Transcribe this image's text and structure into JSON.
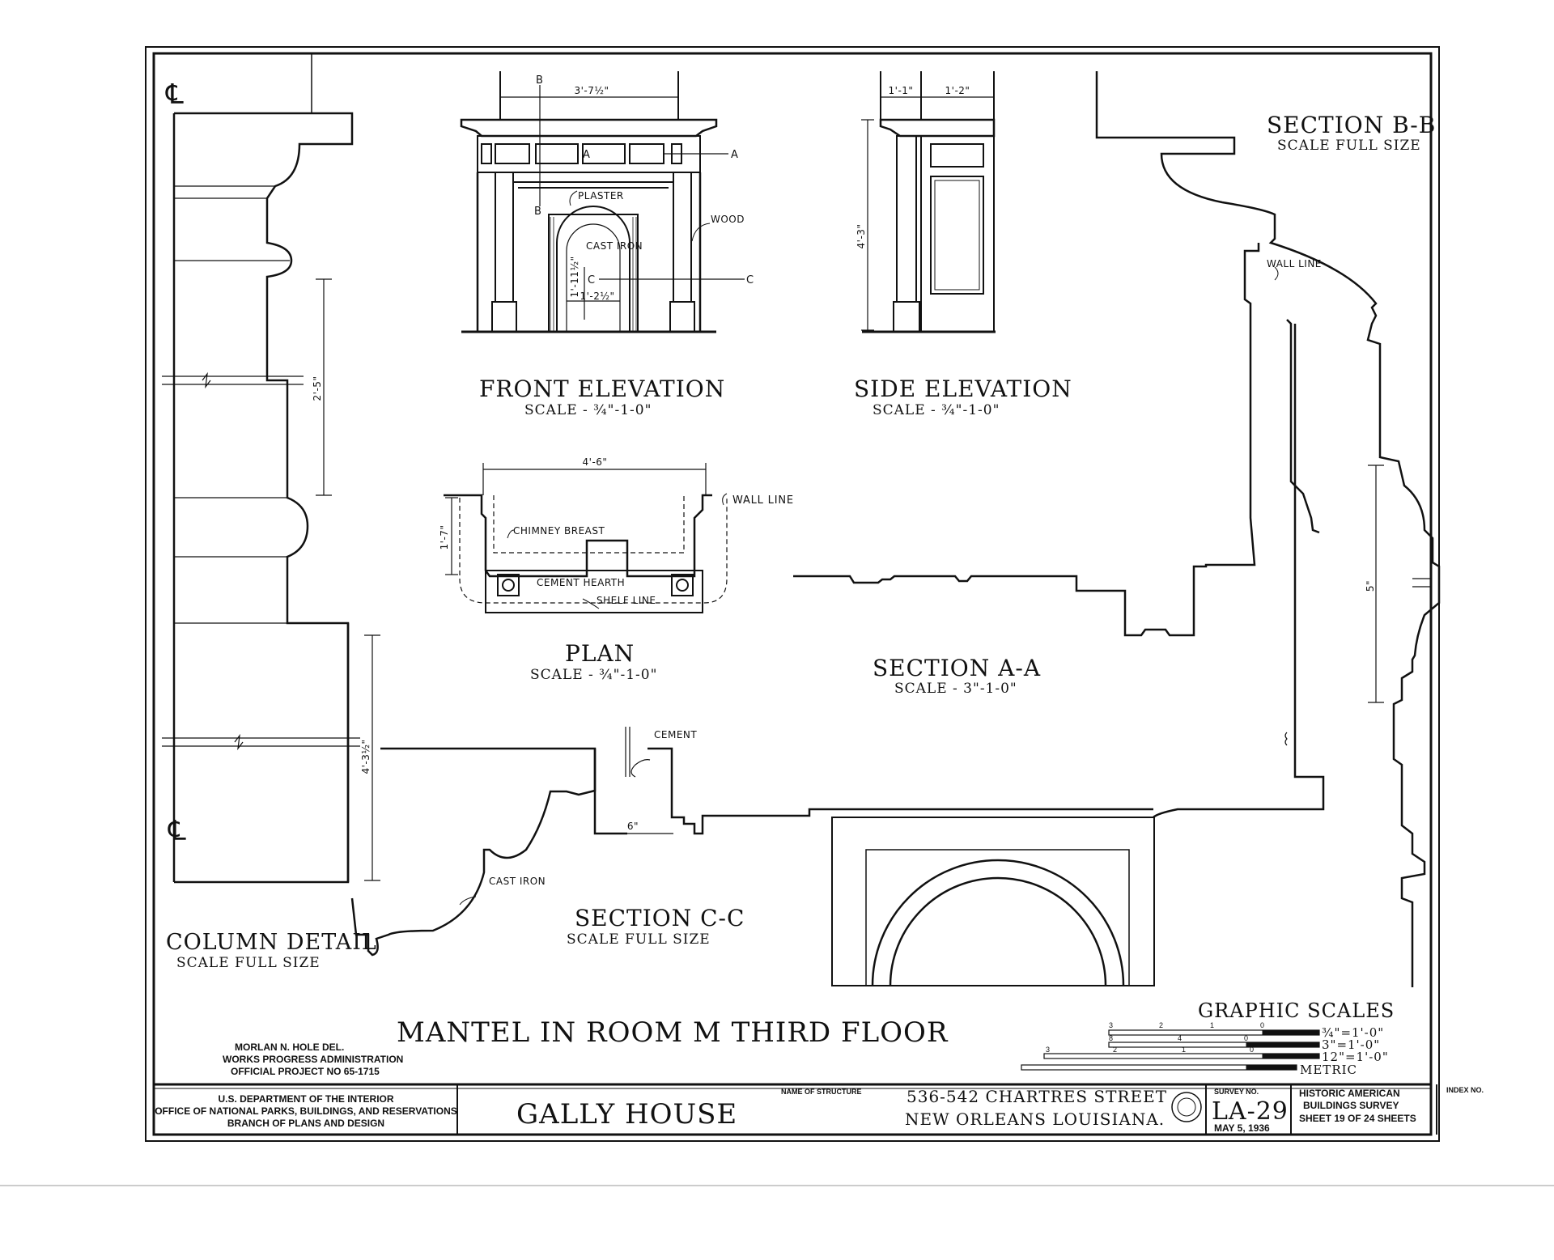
{
  "views": {
    "front_elevation": {
      "title": "FRONT ELEVATION",
      "scale": "SCALE - ¾\"-1-0\"",
      "dim_width": "3'-7½\"",
      "dim_opening": "1'-2½\"",
      "dim_height": "1'-11½\"",
      "label_a": "A",
      "label_b": "B",
      "label_c": "C",
      "label_plaster": "PLASTER",
      "label_cast_iron": "CAST IRON",
      "label_wood": "WOOD"
    },
    "side_elevation": {
      "title": "SIDE ELEVATION",
      "scale": "SCALE - ¾\"-1-0\"",
      "dim_a": "1'-1\"",
      "dim_b": "1'-2\"",
      "dim_h": "4'-3\""
    },
    "plan": {
      "title": "PLAN",
      "scale": "SCALE - ¾\"-1-0\"",
      "dim_w": "4'-6\"",
      "dim_d": "1'-7\"",
      "label_wall": "WALL LINE",
      "label_chimney": "CHIMNEY BREAST",
      "label_hearth": "CEMENT HEARTH",
      "label_shelf": "SHELF LINE"
    },
    "section_aa": {
      "title": "SECTION A-A",
      "scale": "SCALE - 3\"-1-0\""
    },
    "section_bb": {
      "title": "SECTION B-B",
      "scale": "SCALE FULL SIZE",
      "label_wall": "WALL LINE",
      "dim": "5\""
    },
    "section_cc": {
      "title": "SECTION C-C",
      "scale": "SCALE FULL SIZE",
      "label_cement": "CEMENT",
      "label_cast_iron": "CAST IRON",
      "dim": "6\""
    },
    "column_detail": {
      "title": "COLUMN DETAIL",
      "scale": "SCALE FULL SIZE",
      "dim_a": "2'-5\"",
      "dim_b": "4'-3½\""
    }
  },
  "sheet_title": "MANTEL IN ROOM M THIRD FLOOR",
  "credits": [
    "MORLAN N. HOLE DEL.",
    "WORKS PROGRESS ADMINISTRATION",
    "OFFICIAL PROJECT NO 65-1715"
  ],
  "graphic_scales": {
    "title": "GRAPHIC SCALES",
    "rows": [
      {
        "label": "¾\"=1'-0\"",
        "ticks": [
          "3",
          "2",
          "1",
          "0"
        ]
      },
      {
        "label": "3\"=1'-0\"",
        "ticks": [
          "8",
          "4",
          "0"
        ]
      },
      {
        "label": "12\"=1'-0\"",
        "ticks": [
          "3",
          "2",
          "1",
          "0"
        ]
      },
      {
        "label": "METRIC",
        "ticks": []
      }
    ]
  },
  "title_block": {
    "agency": [
      "U.S. DEPARTMENT OF THE INTERIOR",
      "OFFICE OF NATIONAL PARKS, BUILDINGS, AND RESERVATIONS",
      "BRANCH OF PLANS AND DESIGN"
    ],
    "structure_label": "NAME OF STRUCTURE",
    "structure_name": "GALLY HOUSE",
    "address_1": "536-542 CHARTRES STREET",
    "address_2": "NEW ORLEANS LOUISIANA.",
    "survey_label": "SURVEY NO.",
    "survey_no": "LA-29",
    "survey_date": "MAY 5, 1936",
    "habs_1": "HISTORIC AMERICAN",
    "habs_2": "BUILDINGS SURVEY",
    "sheet_text": "SHEET 19 OF 24 SHEETS",
    "index_label": "INDEX NO."
  }
}
